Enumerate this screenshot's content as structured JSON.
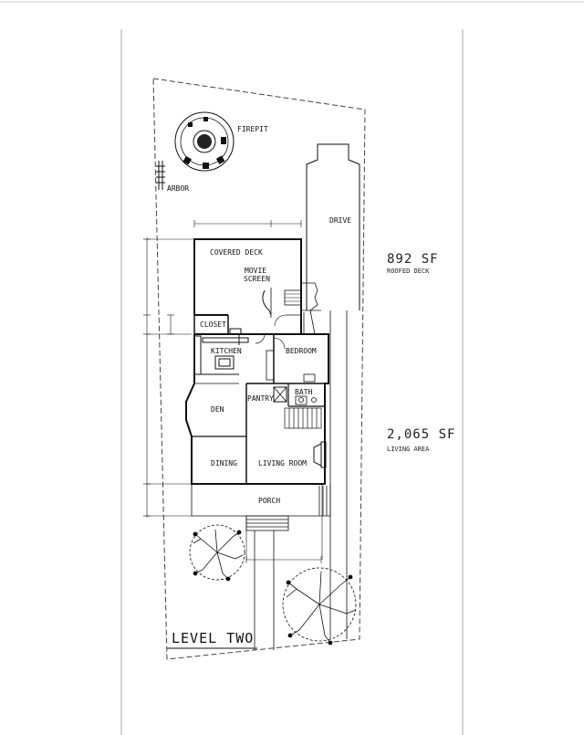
{
  "labels": {
    "firepit": "FIREPIT",
    "arbor": "ARBOR",
    "drive": "DRIVE",
    "covered_deck": "COVERED DECK",
    "movie_screen_line1": "MOVIE",
    "movie_screen_line2": "SCREEN",
    "closet": "CLOSET",
    "kitchen": "KITCHEN",
    "bedroom": "BEDROOM",
    "pantry": "PANTRY",
    "bath": "BATH",
    "den": "DEN",
    "dining": "DINING",
    "living_room": "LIVING ROOM",
    "porch": "PORCH",
    "level": "LEVEL TWO"
  },
  "areas": {
    "roofed_deck_sf": "892 SF",
    "roofed_deck_label": "ROOFED DECK",
    "living_sf": "2,065 SF",
    "living_label": "LIVING AREA"
  },
  "colors": {
    "line": "#111111",
    "dash": "#555555",
    "frame": "#bbbbbb"
  }
}
